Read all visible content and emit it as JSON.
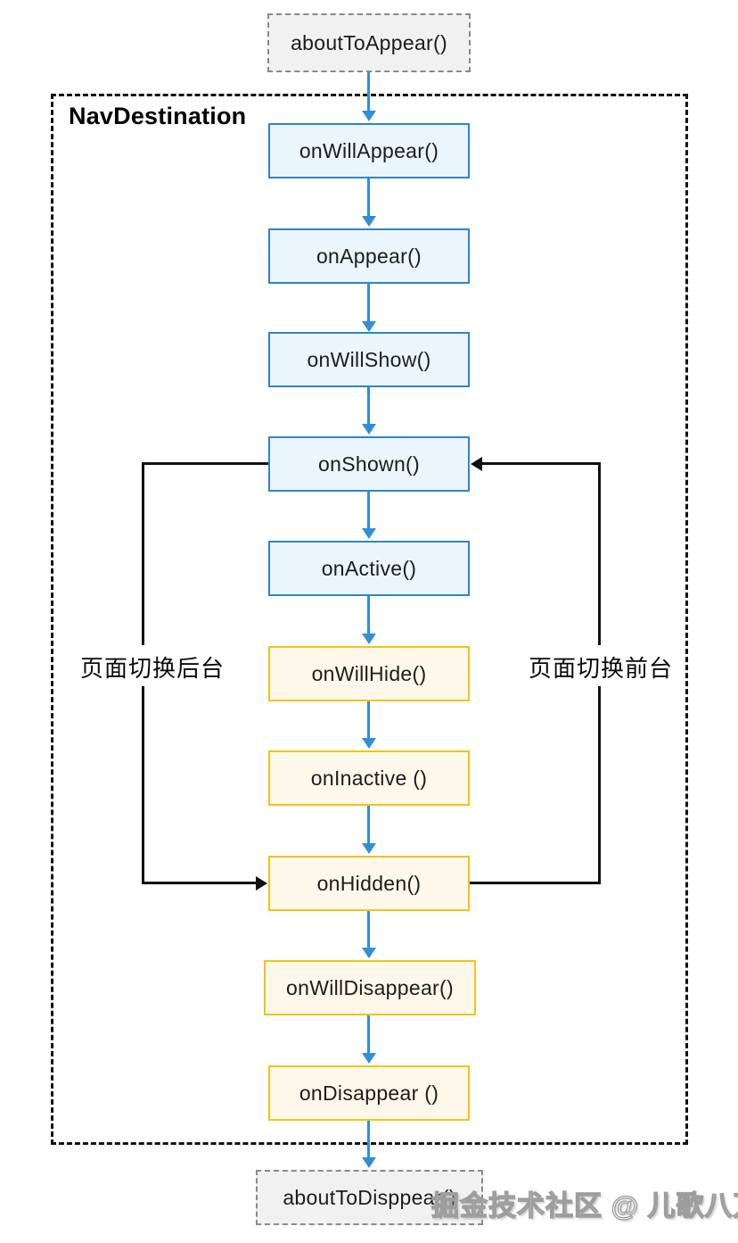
{
  "flow": {
    "start_node": {
      "label": "aboutToAppear()"
    },
    "container": {
      "label": "NavDestination"
    },
    "nodes": [
      {
        "label": "onWillAppear()",
        "type": "blue"
      },
      {
        "label": "onAppear()",
        "type": "blue"
      },
      {
        "label": "onWillShow()",
        "type": "blue"
      },
      {
        "label": "onShown()",
        "type": "blue"
      },
      {
        "label": "onActive()",
        "type": "blue"
      },
      {
        "label": "onWillHide()",
        "type": "yellow"
      },
      {
        "label": "onInactive ()",
        "type": "yellow"
      },
      {
        "label": "onHidden()",
        "type": "yellow"
      },
      {
        "label": "onWillDisappear()",
        "type": "yellow"
      },
      {
        "label": "onDisappear ()",
        "type": "yellow"
      }
    ],
    "end_node": {
      "label": "aboutToDisppear()"
    },
    "edge_labels": {
      "left": "页面切换后台",
      "right": "页面切换前台"
    },
    "watermark": "掘金技术社区 @ 儿歌八万首",
    "colors": {
      "blue_border": "#2e86c9",
      "blue_fill": "#eaf5fc",
      "yellow_border": "#f2c318",
      "yellow_fill": "#fdf8e9",
      "gray_border": "#8a8a8a",
      "gray_fill": "#f1f1f1",
      "arrow_blue": "#2f8fd9",
      "line_black": "#111111",
      "text": "#1c1c1c"
    }
  }
}
